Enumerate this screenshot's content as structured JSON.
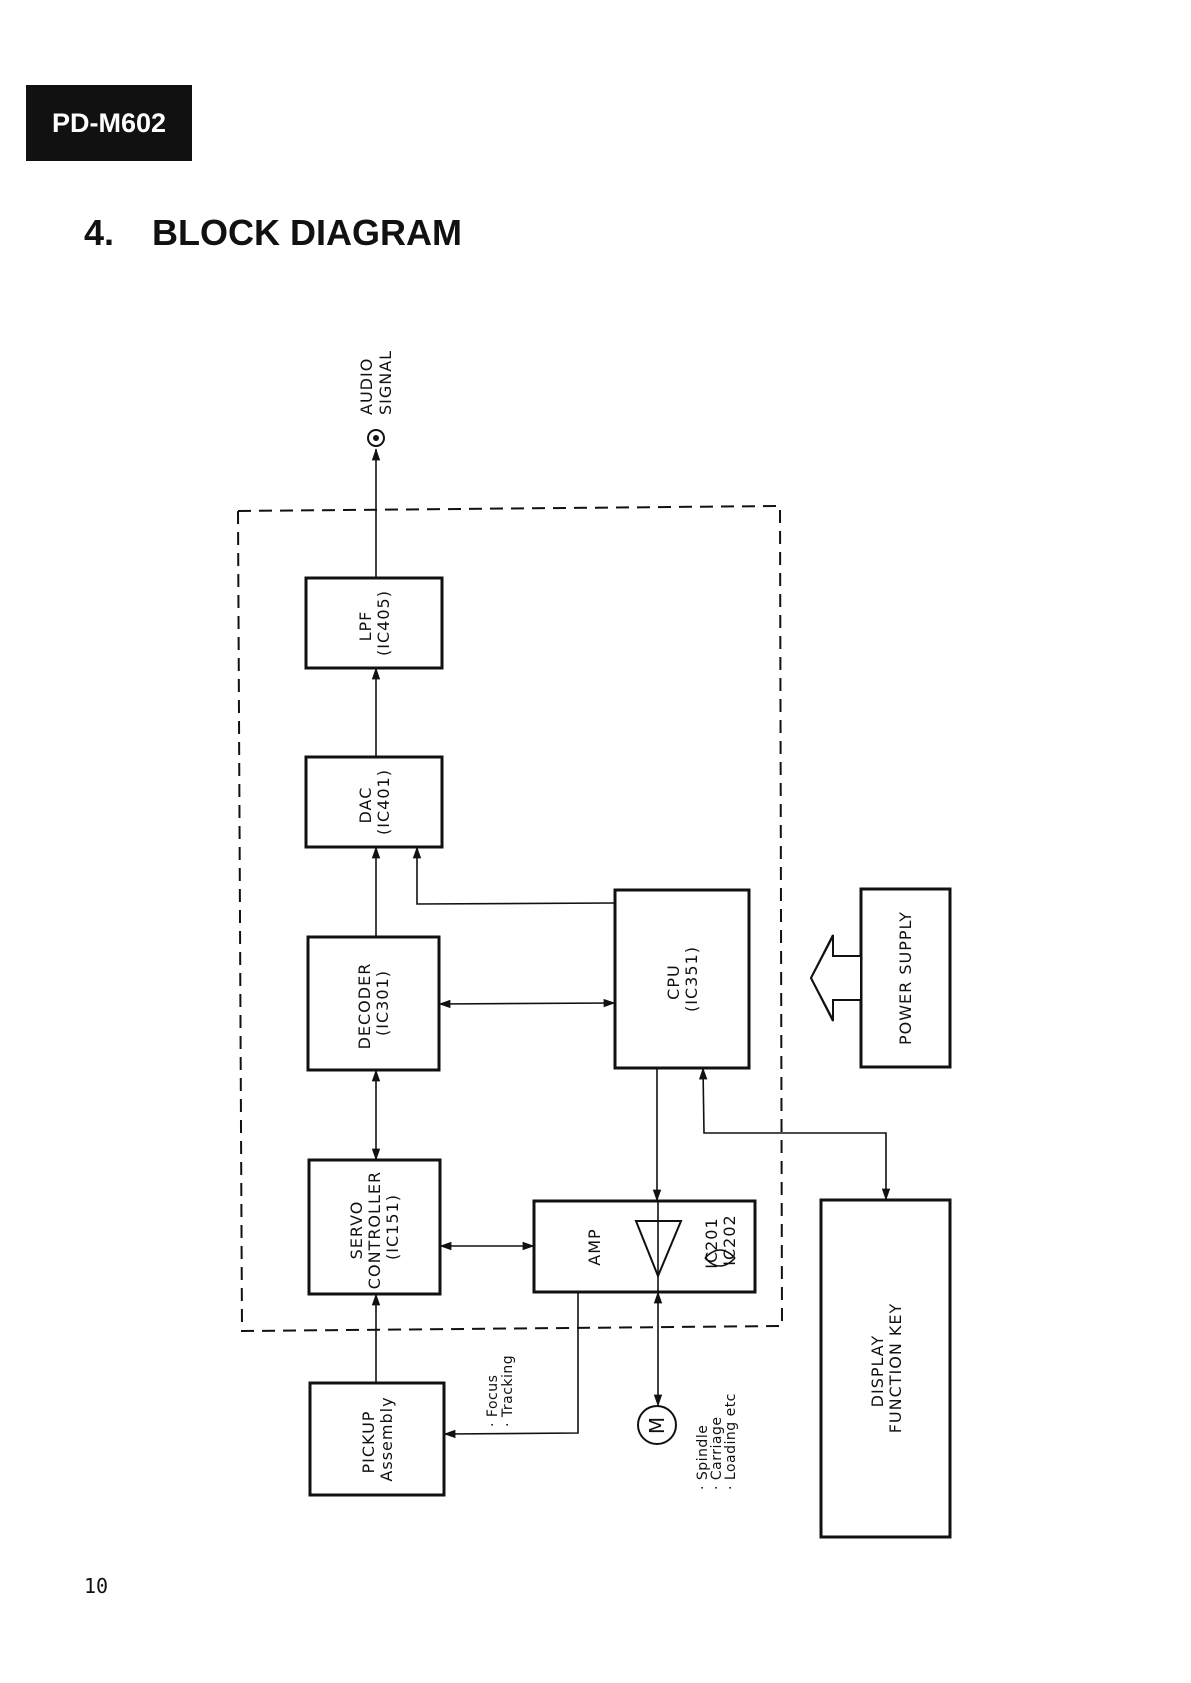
{
  "header": {
    "model": "PD-M602"
  },
  "section": {
    "number": "4.",
    "title": "BLOCK DIAGRAM"
  },
  "diagram": {
    "output": {
      "line1": "AUDIO",
      "line2": "SIGNAL"
    },
    "lpf": {
      "name": "LPF",
      "ic": "(IC405)"
    },
    "dac": {
      "name": "DAC",
      "ic": "(IC401)"
    },
    "decoder": {
      "name": "DECODER",
      "ic": "(IC301)"
    },
    "servo": {
      "line1": "SERVO",
      "line2": "CONTROLLER",
      "ic": "(IC151)"
    },
    "pickup": {
      "line1": "PICKUP",
      "line2": "Assembly"
    },
    "cpu": {
      "name": "CPU",
      "ic": "(IC351)"
    },
    "power": {
      "name": "POWER SUPPLY"
    },
    "amp": {
      "name": "AMP",
      "ic1": "IC201",
      "ic2": "IC202"
    },
    "display": {
      "line1": "DISPLAY",
      "line2": "FUNCTION KEY"
    },
    "pickup_signals": [
      "· Focus",
      "· Tracking"
    ],
    "motor": {
      "symbol": "M",
      "items": [
        "· Spindle",
        "· Carriage",
        "· Loading etc"
      ]
    }
  },
  "footer": {
    "page_number": "10"
  }
}
